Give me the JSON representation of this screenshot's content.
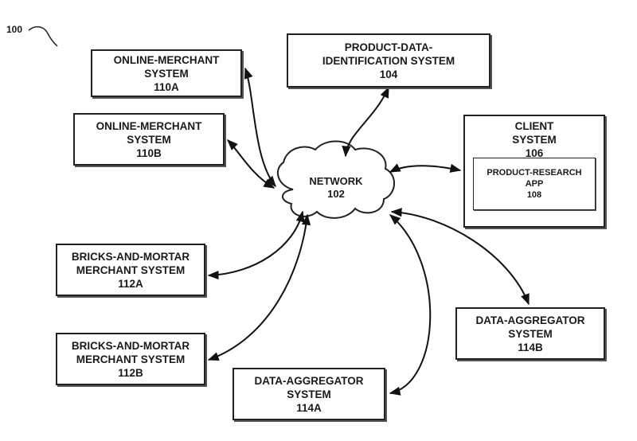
{
  "figure_ref": "100",
  "network": {
    "label": "NETWORK",
    "ref": "102"
  },
  "nodes": {
    "pdis": {
      "line1": "PRODUCT-DATA-",
      "line2": "IDENTIFICATION SYSTEM",
      "ref": "104"
    },
    "om_a": {
      "line1": "ONLINE-MERCHANT",
      "line2": "SYSTEM",
      "ref": "110A"
    },
    "om_b": {
      "line1": "ONLINE-MERCHANT",
      "line2": "SYSTEM",
      "ref": "110B"
    },
    "client": {
      "line1": "CLIENT",
      "line2": "SYSTEM",
      "ref": "106",
      "app": {
        "line1": "PRODUCT-RESEARCH",
        "line2": "APP",
        "ref": "108"
      }
    },
    "bm_a": {
      "line1": "BRICKS-AND-MORTAR",
      "line2": "MERCHANT SYSTEM",
      "ref": "112A"
    },
    "bm_b": {
      "line1": "BRICKS-AND-MORTAR",
      "line2": "MERCHANT SYSTEM",
      "ref": "112B"
    },
    "da_b": {
      "line1": "DATA-AGGREGATOR",
      "line2": "SYSTEM",
      "ref": "114B"
    },
    "da_a": {
      "line1": "DATA-AGGREGATOR",
      "line2": "SYSTEM",
      "ref": "114A"
    }
  }
}
